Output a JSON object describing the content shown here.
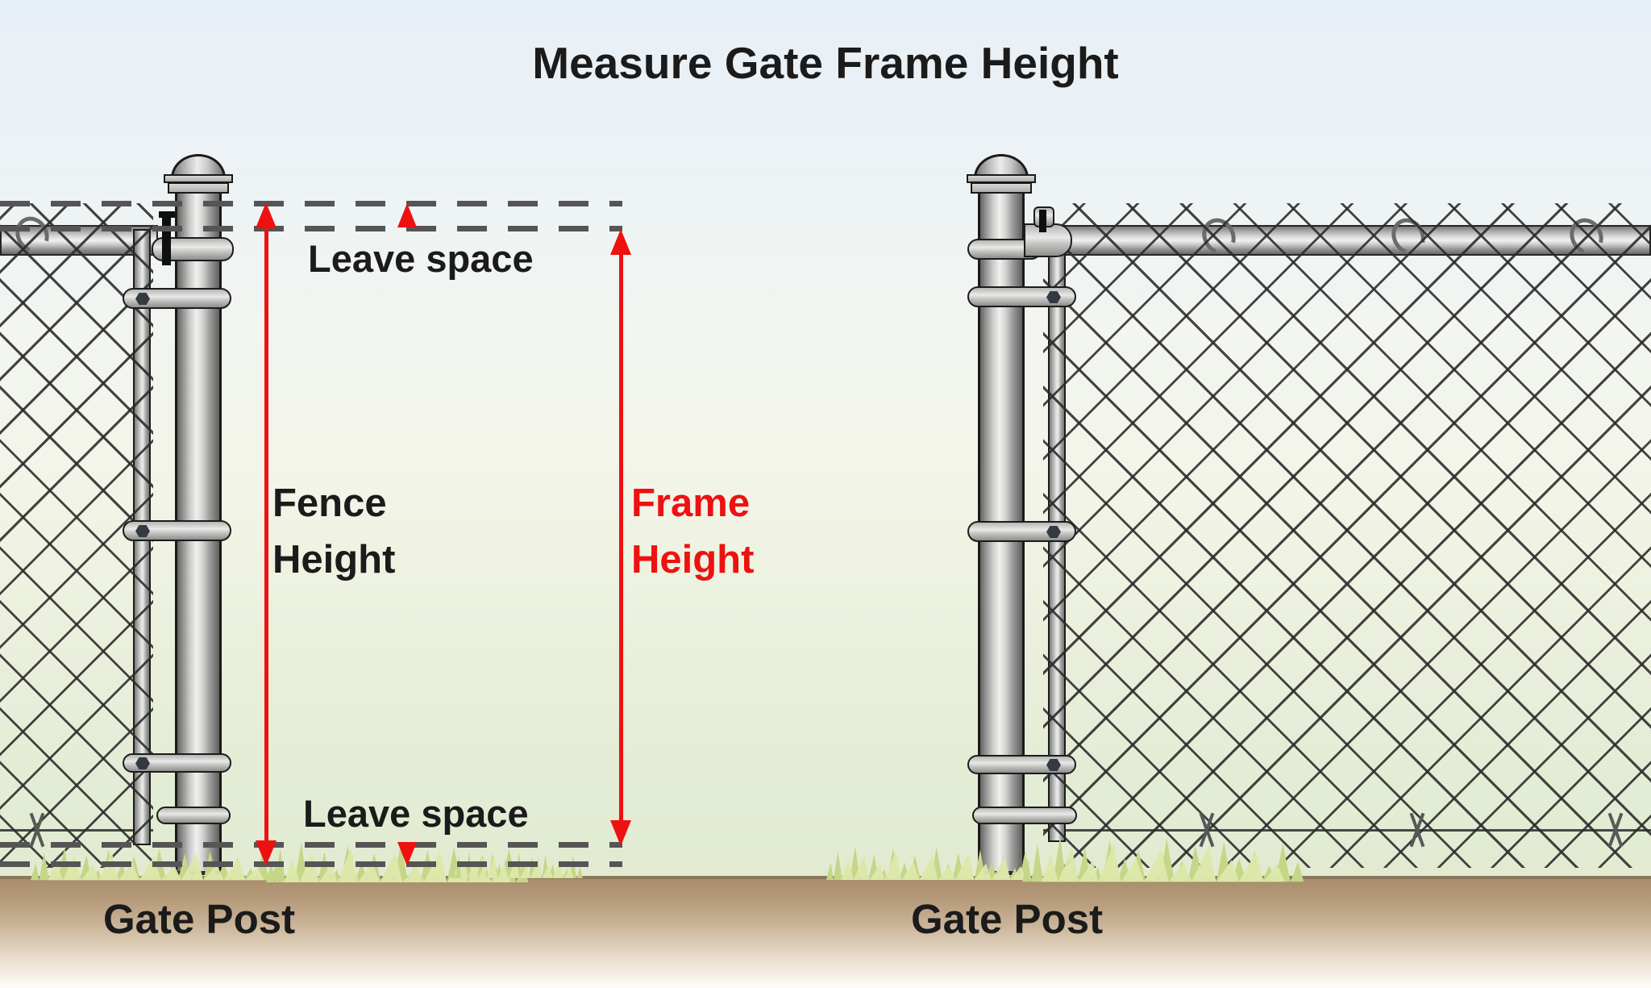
{
  "title": "Measure Gate Frame Height",
  "annotations": {
    "leave_space_top": "Leave space",
    "leave_space_bottom": "Leave space",
    "fence_height": {
      "line1": "Fence",
      "line2": "Height"
    },
    "frame_height": {
      "line1": "Frame",
      "line2": "Height"
    },
    "gate_post_left": "Gate Post",
    "gate_post_right": "Gate Post"
  },
  "colors": {
    "measure_red": "#ee1111",
    "label_text": "#1b1b1b",
    "dash_gray": "#555555",
    "sky_top": "#e8f0f7",
    "field_green": "#e2ebd2",
    "ground_brown": "#a98e6e",
    "grass_green": "#c6d687",
    "metal_light": "#f0f0ee",
    "metal_dark": "#636361",
    "wire_gray": "#3a3a3a"
  }
}
